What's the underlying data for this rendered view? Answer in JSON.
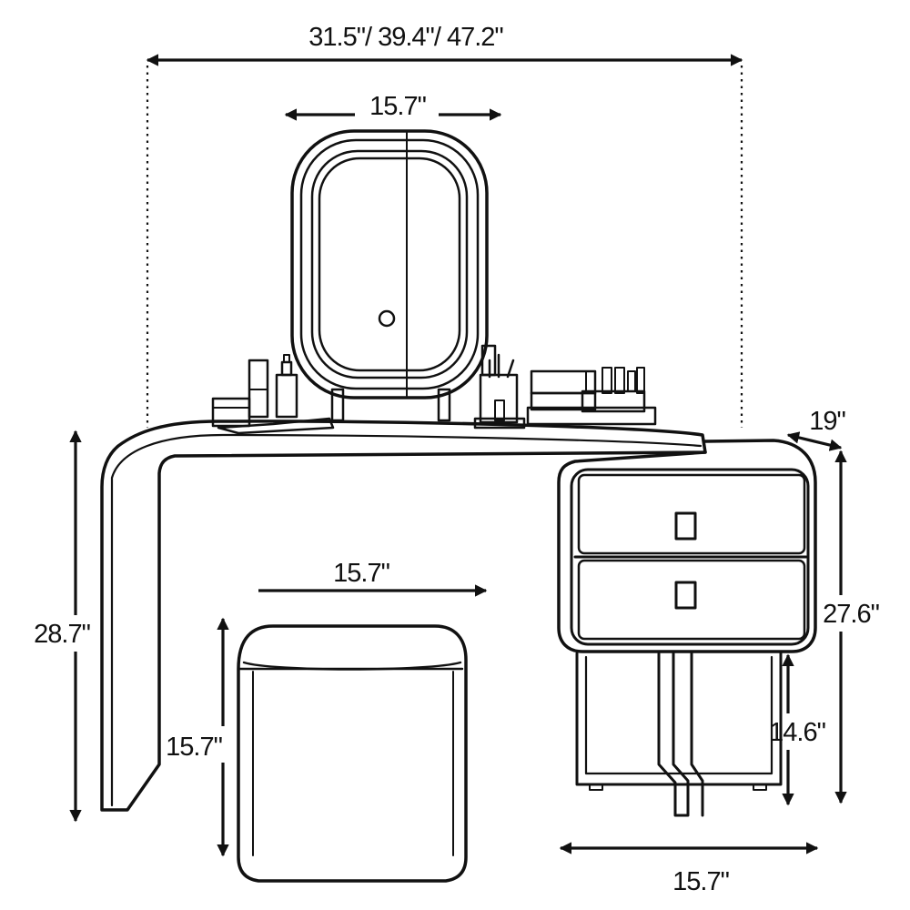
{
  "diagram": {
    "dimensions": {
      "total_width": "31.5\"/ 39.4\"/ 47.2\"",
      "mirror_width": "15.7\"",
      "stool_width": "15.7\"",
      "stool_height": "15.7\"",
      "desk_height": "28.7\"",
      "depth": "19\"",
      "cabinet_height": "27.6\"",
      "leg_height": "14.6\"",
      "cabinet_width": "15.7\""
    },
    "colors": {
      "line": "#111111",
      "background": "#ffffff"
    }
  }
}
